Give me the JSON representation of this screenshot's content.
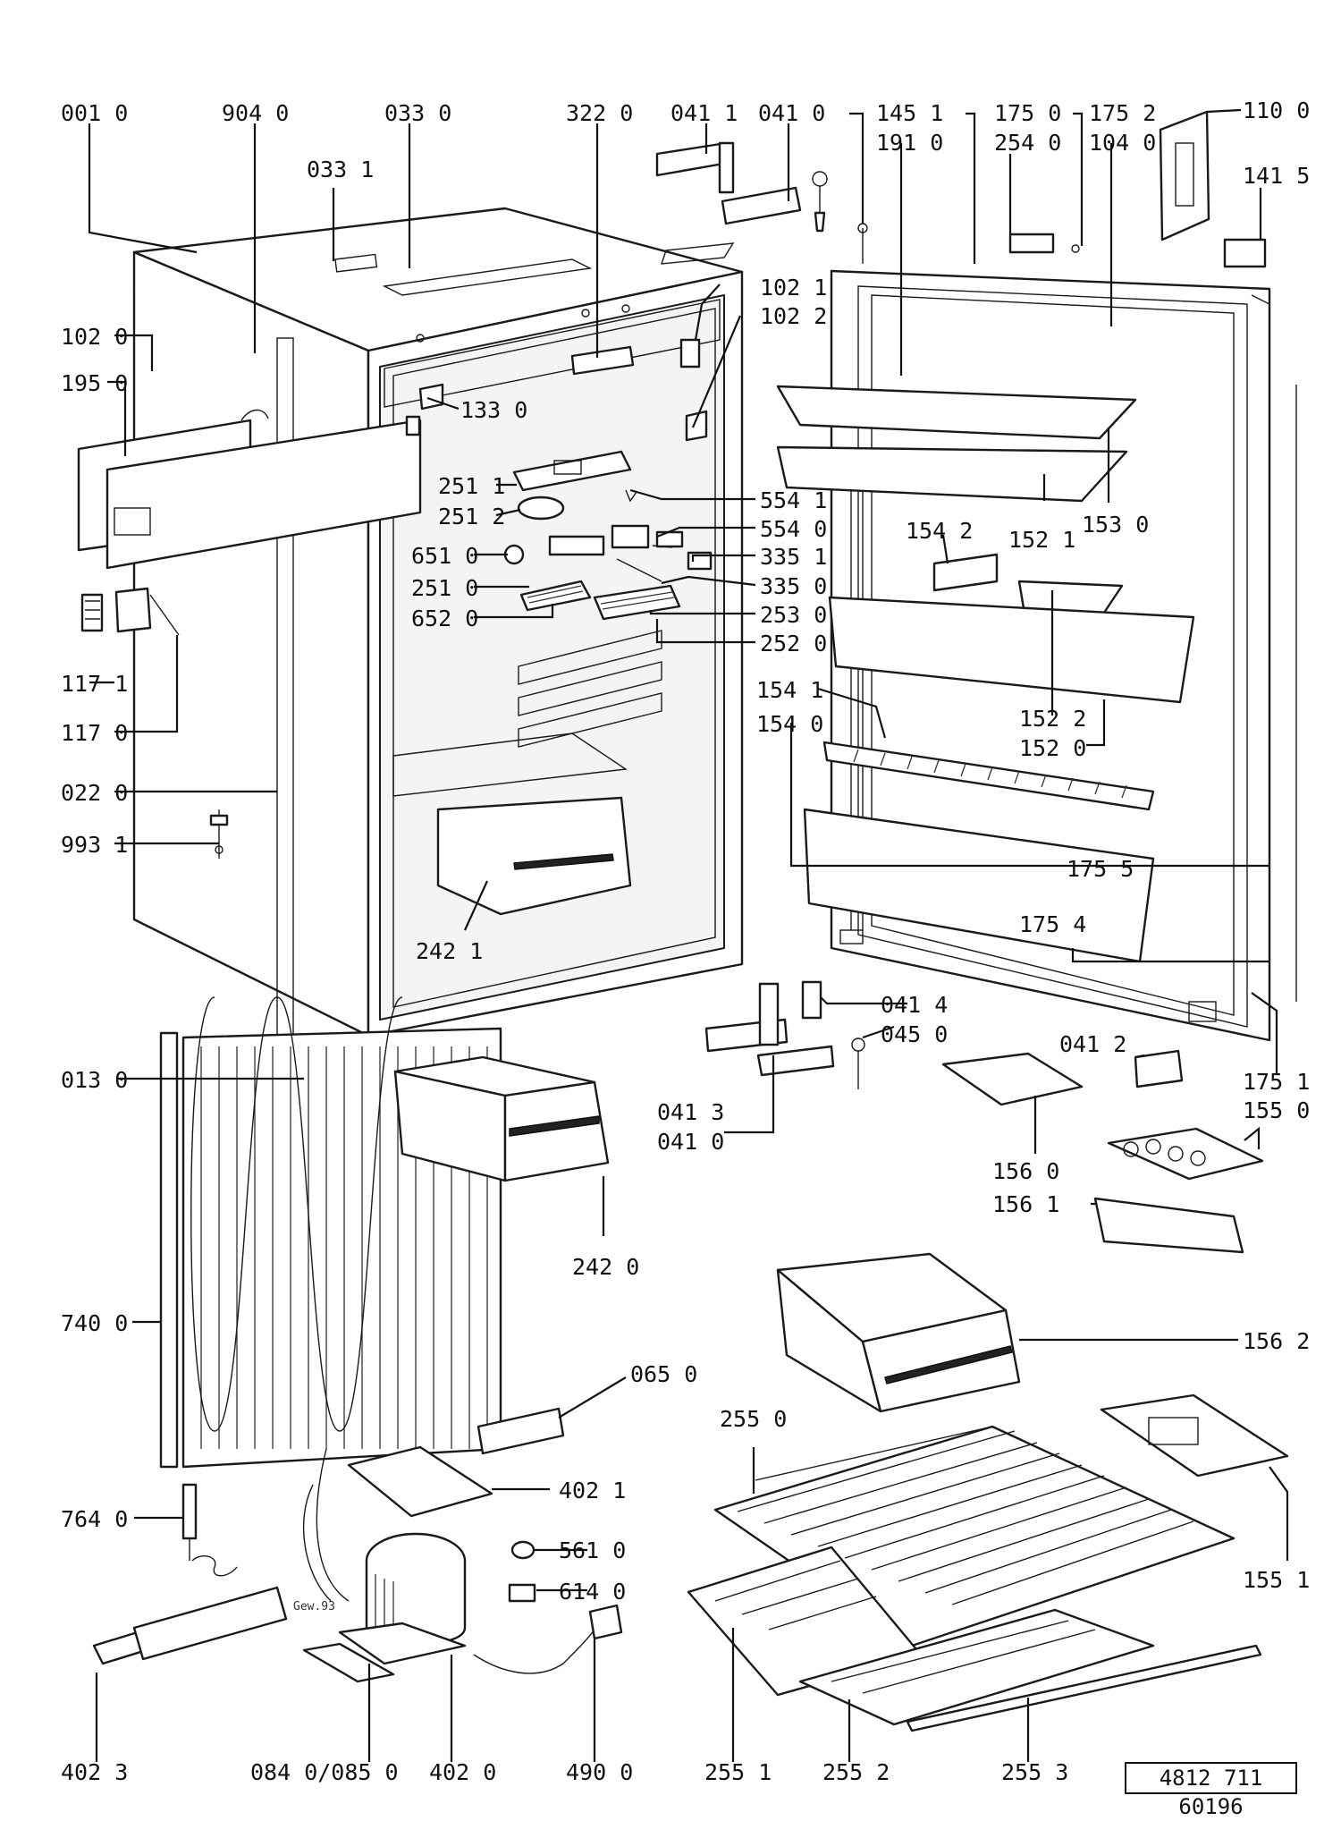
{
  "doc_number": "4812 711 60196",
  "small_mark": "Gew.93",
  "part_labels": [
    "001 0",
    "904 0",
    "033 0",
    "322 0",
    "041 1",
    "041 0",
    "145 1",
    "191 0",
    "175 0",
    "254 0",
    "175 2",
    "104 0",
    "110 0",
    "033 1",
    "141 5",
    "102 1",
    "102 2",
    "102 0",
    "195 0",
    "133 0",
    "251 1",
    "251 2",
    "554 1",
    "554 0",
    "651 0",
    "335 1",
    "251 0",
    "335 0",
    "652 0",
    "253 0",
    "252 0",
    "154 2",
    "152 1",
    "153 0",
    "117 1",
    "117 0",
    "154 1",
    "154 0",
    "152 2",
    "152 0",
    "022 0",
    "993 1",
    "175 5",
    "175 4",
    "242 1",
    "041 4",
    "045 0",
    "041 2",
    "175 1",
    "013 0",
    "041 3",
    "041 0",
    "155 0",
    "156 0",
    "156 1",
    "242 0",
    "740 0",
    "156 2",
    "065 0",
    "255 0",
    "402 1",
    "764 0",
    "561 0",
    "614 0",
    "155 1",
    "402 3",
    "084 0/085 0",
    "402 0",
    "490 0",
    "255 1",
    "255 2",
    "255 3"
  ]
}
